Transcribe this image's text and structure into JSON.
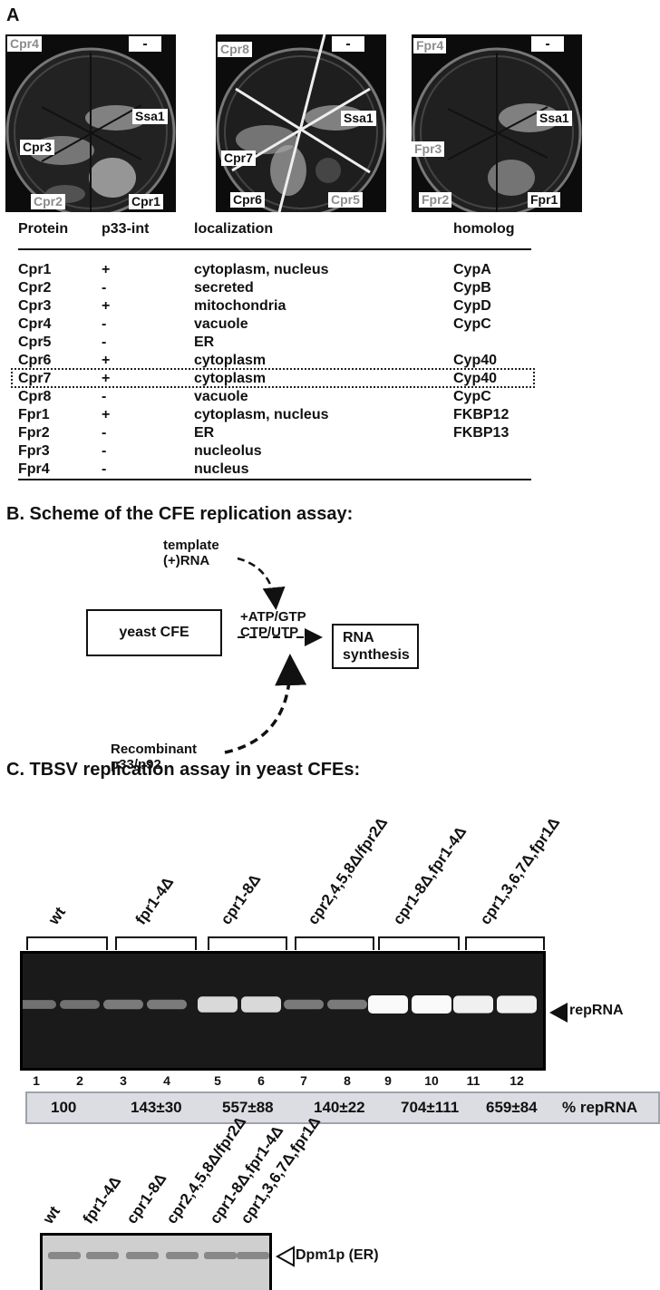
{
  "panelA": {
    "letter": "A",
    "plates": [
      {
        "labels": [
          "Cpr4",
          "-",
          "Ssa1",
          "Cpr3",
          "Cpr2",
          "Cpr1"
        ]
      },
      {
        "labels": [
          "Cpr8",
          "-",
          "Ssa1",
          "Cpr7",
          "Cpr6",
          "Cpr5"
        ]
      },
      {
        "labels": [
          "Fpr4",
          "-",
          "Ssa1",
          "Fpr3",
          "Fpr2",
          "Fpr1"
        ]
      }
    ],
    "table": {
      "headers": [
        "Protein",
        "p33-int",
        "localization",
        "homolog"
      ],
      "rows": [
        [
          "Cpr1",
          "+",
          "cytoplasm, nucleus",
          "CypA"
        ],
        [
          "Cpr2",
          "-",
          "secreted",
          "CypB"
        ],
        [
          "Cpr3",
          "+",
          "mitochondria",
          "CypD"
        ],
        [
          "Cpr4",
          "-",
          "vacuole",
          "CypC"
        ],
        [
          "Cpr5",
          "-",
          "ER",
          ""
        ],
        [
          "Cpr6",
          "+",
          "cytoplasm",
          "Cyp40"
        ],
        [
          "Cpr7",
          "+",
          "cytoplasm",
          "Cyp40"
        ],
        [
          "Cpr8",
          "-",
          "vacuole",
          "CypC"
        ],
        [
          "Fpr1",
          "+",
          "cytoplasm, nucleus",
          "FKBP12"
        ],
        [
          "Fpr2",
          "-",
          "ER",
          "FKBP13"
        ],
        [
          "Fpr3",
          "-",
          "nucleolus",
          ""
        ],
        [
          "Fpr4",
          "-",
          "nucleus",
          ""
        ]
      ]
    }
  },
  "panelB": {
    "heading": "B. Scheme of the CFE replication assay:",
    "template_line1": "template",
    "template_line2": "(+)RNA",
    "ntp_line1": "+ATP/GTP",
    "ntp_line2": "CTP/UTP",
    "box_left": "yeast CFE",
    "box_right_line1": "RNA",
    "box_right_line2": "synthesis",
    "recomb_line1": "Recombinant",
    "recomb_line2": "p33/p92"
  },
  "panelC": {
    "heading": "C. TBSV replication assay in yeast CFEs:",
    "groups": [
      "wt",
      "fpr1-4Δ",
      "cpr1-8Δ",
      "cpr2,4,5,8Δ/fpr2Δ",
      "cpr1-8Δ,fpr1-4Δ",
      "cpr1,3,6,7Δ,fpr1Δ"
    ],
    "band_label": "repRNA",
    "lanes": [
      "1",
      "2",
      "3",
      "4",
      "5",
      "6",
      "7",
      "8",
      "9",
      "10",
      "11",
      "12"
    ],
    "quant_values": [
      "100",
      "143±30",
      "557±88",
      "140±22",
      "704±111",
      "659±84"
    ],
    "quant_unit": "%  repRNA",
    "blot_groups": [
      "wt",
      "fpr1-4Δ",
      "cpr1-8Δ",
      "cpr2,4,5,8Δ/fpr2Δ",
      "cpr1-8Δ,fpr1-4Δ",
      "cpr1,3,6,7Δ,fpr1Δ"
    ],
    "blot_label": "Dpm1p (ER)"
  }
}
